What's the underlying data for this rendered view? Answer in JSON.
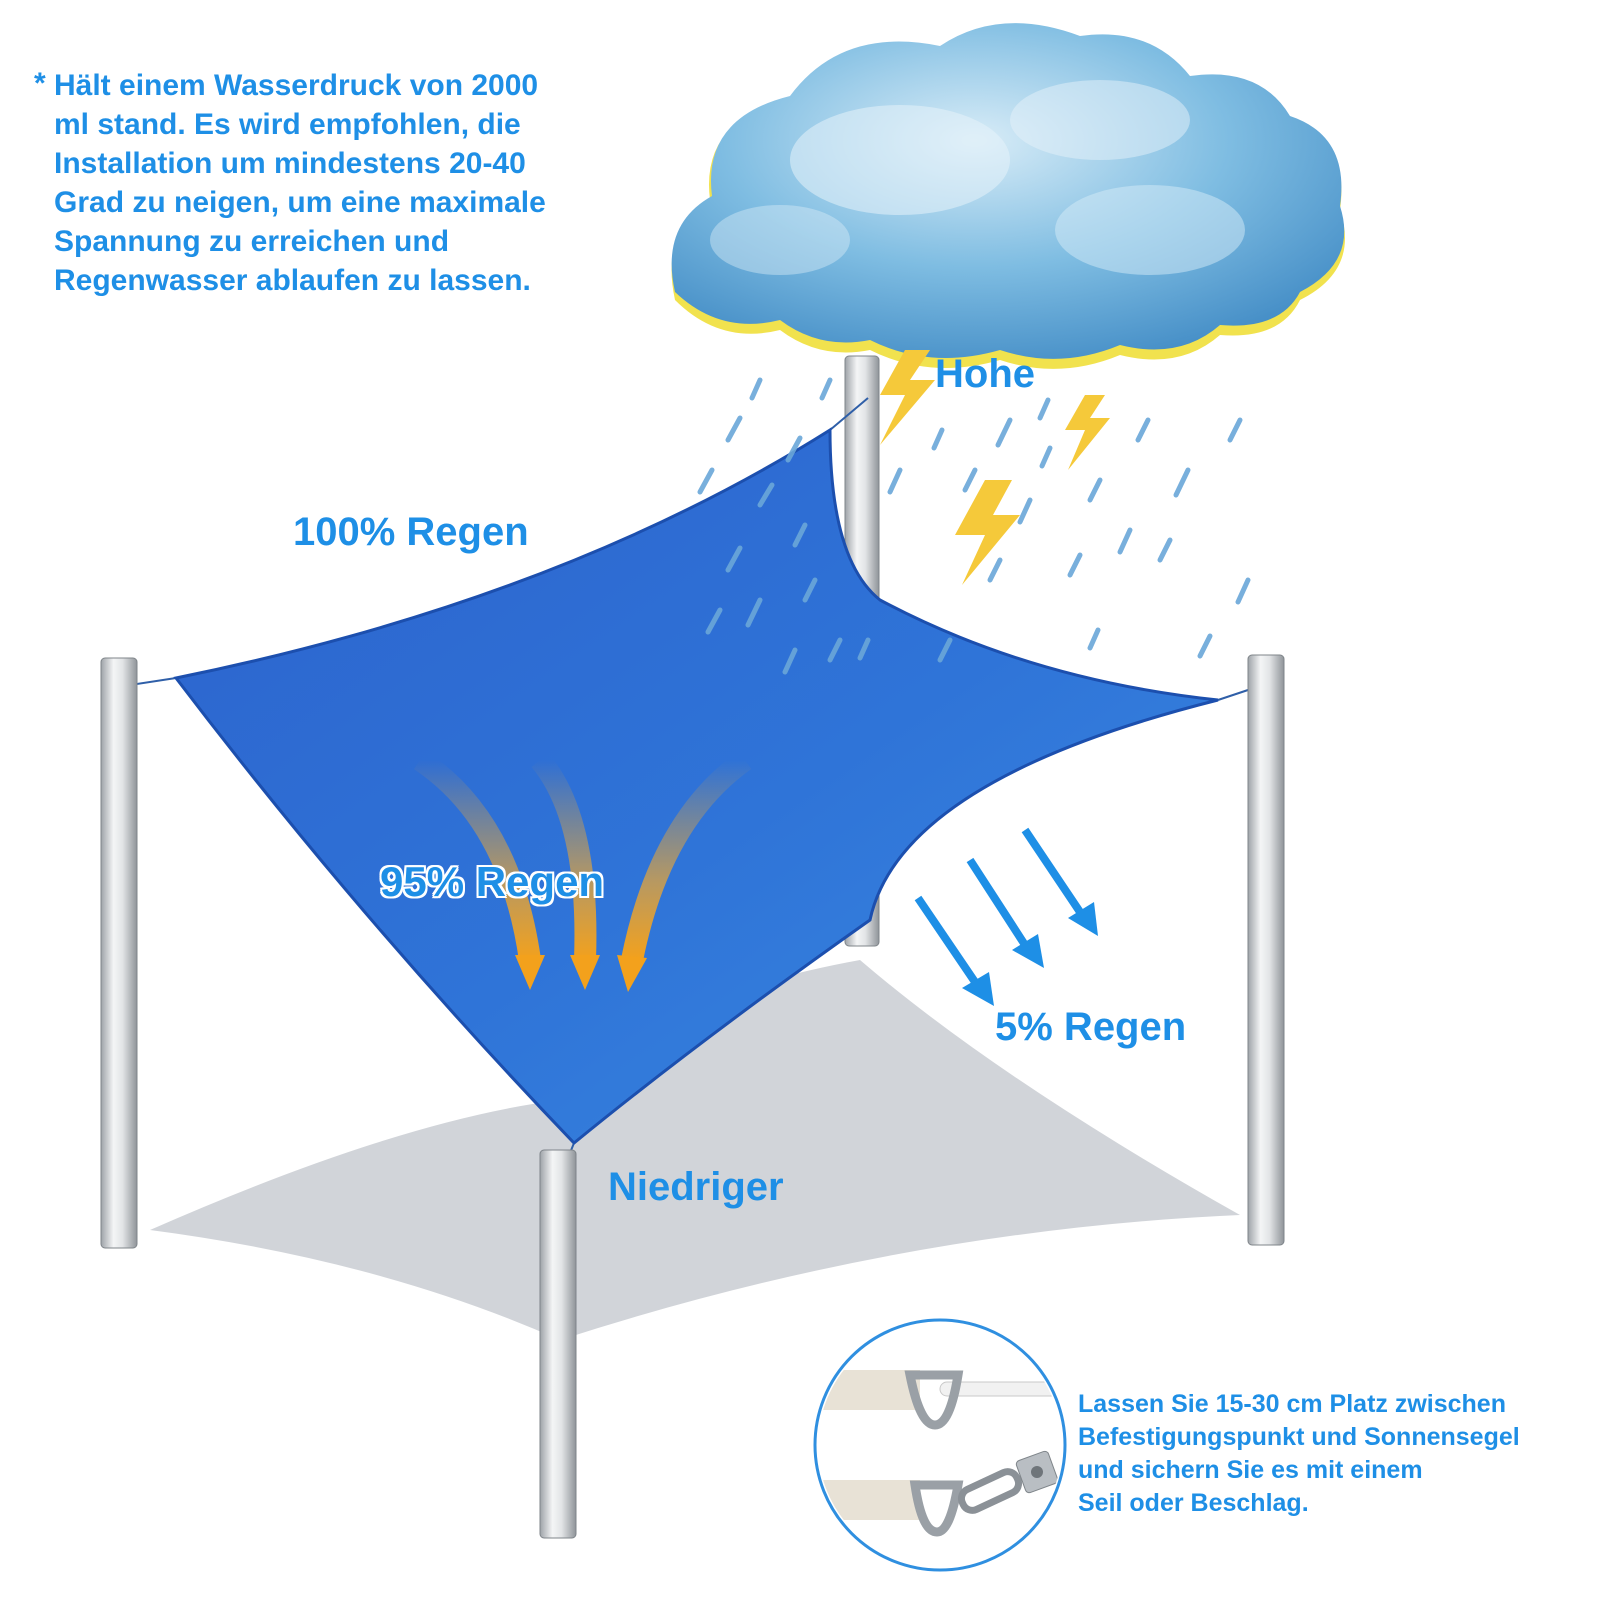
{
  "intro_note": {
    "asterisk": "*",
    "lines": [
      "Hält einem Wasserdruck von 2000",
      "ml stand. Es wird empfohlen, die",
      "Installation um mindestens 20-40",
      "Grad zu neigen, um eine maximale",
      "Spannung zu erreichen und",
      "Regenwasser ablaufen zu lassen."
    ]
  },
  "labels": {
    "high": "Hohe",
    "rain_100": "100% Regen",
    "rain_95": "95% Regen",
    "rain_5": "5% Regen",
    "low": "Niedriger"
  },
  "install_note": {
    "lines": [
      "Lassen Sie 15-30 cm Platz zwischen",
      "Befestigungspunkt und Sonnensegel",
      "und sichern Sie es mit einem",
      "Seil oder Beschlag."
    ]
  },
  "colors": {
    "text_blue": "#1e8fe6",
    "sail_blue": "#2a6fd4",
    "cloud_blue": "#5ba6d6",
    "lightning_yellow": "#f5c93a",
    "arrow_orange": "#f0a830",
    "shadow_gray": "#c9ccd2"
  },
  "icons": [
    "cloud-icon",
    "lightning-icon",
    "rain-drop-icon",
    "down-arrow-icon",
    "d-ring-icon",
    "pad-eye-hook-icon"
  ]
}
